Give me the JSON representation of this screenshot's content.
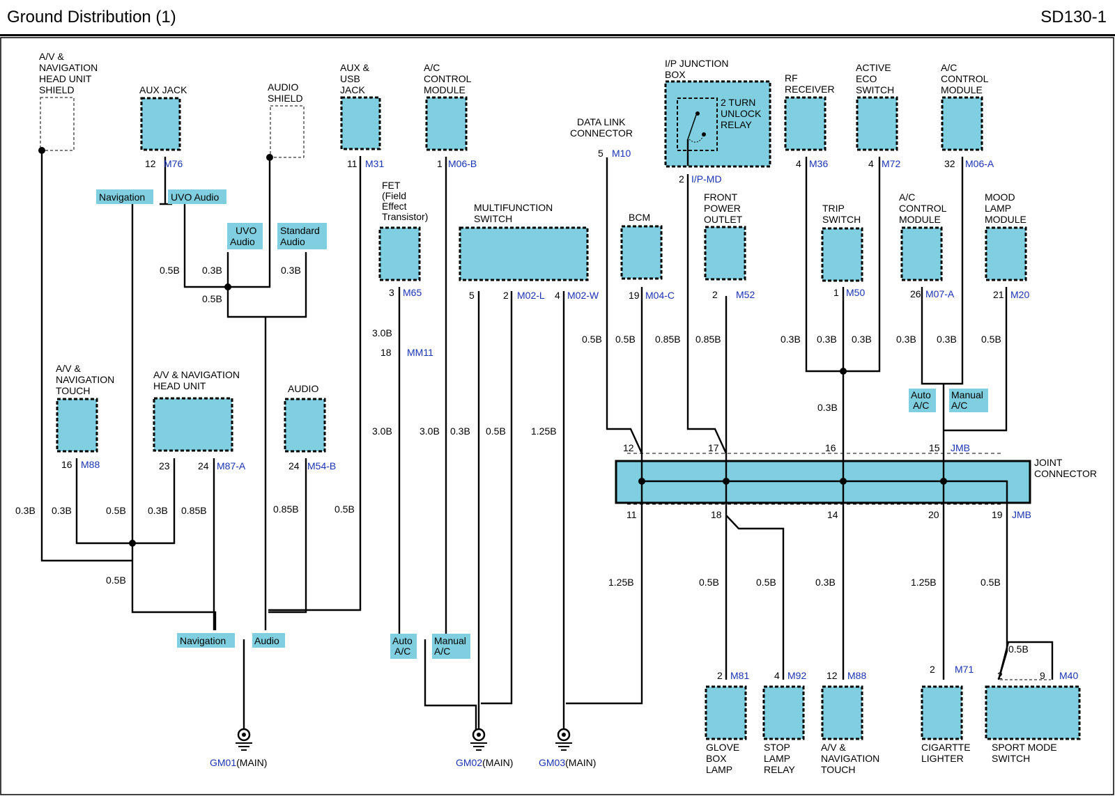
{
  "header": {
    "title": "Ground Distribution (1)",
    "code": "SD130-1"
  },
  "components": {
    "av_nav_shield": "A/V & NAVIGATION HEAD UNIT SHIELD",
    "aux_jack": "AUX JACK",
    "audio_shield": "AUDIO SHIELD",
    "aux_usb_jack": "AUX & USB JACK",
    "ac_control_top": "A/C CONTROL MODULE",
    "fet": "FET (Field Effect Transistor)",
    "multifunction_switch": "MULTIFUNCTION SWITCH",
    "data_link_connector": "DATA LINK CONNECTOR",
    "ip_junction_box": "I/P JUNCTION BOX",
    "two_turn_unlock_relay": "2 TURN UNLOCK RELAY",
    "rf_receiver": "RF RECEIVER",
    "active_eco_switch": "ACTIVE ECO SWITCH",
    "ac_control_module_a": "A/C CONTROL MODULE",
    "bcm": "BCM",
    "front_power_outlet": "FRONT POWER OUTLET",
    "trip_switch": "TRIP SWITCH",
    "ac_control_module_m07": "A/C CONTROL MODULE",
    "mood_lamp_module": "MOOD LAMP MODULE",
    "av_nav_touch": "A/V & NAVIGATION TOUCH",
    "av_nav_head_unit": "A/V & NAVIGATION HEAD UNIT",
    "audio": "AUDIO",
    "joint_connector": "JOINT CONNECTOR",
    "glove_box_lamp": "GLOVE BOX LAMP",
    "stop_lamp_relay": "STOP LAMP RELAY",
    "av_nav_touch_bottom": "A/V & NAVIGATION TOUCH",
    "cigarette_lighter": "CIGARTTE LIGHTER",
    "sport_mode_switch": "SPORT MODE SWITCH"
  },
  "connectors": {
    "m76": "M76",
    "m31": "M31",
    "m06b": "M06-B",
    "m10": "M10",
    "ipmd": "I/P-MD",
    "m36": "M36",
    "m72": "M72",
    "m06a": "M06-A",
    "m65": "M65",
    "mm11": "MM11",
    "m02l": "M02-L",
    "m02w": "M02-W",
    "m04c": "M04-C",
    "m52": "M52",
    "m50": "M50",
    "m07a": "M07-A",
    "m20": "M20",
    "m88": "M88",
    "m87a": "M87-A",
    "m54b": "M54-B",
    "jmb": "JMB",
    "m81": "M81",
    "m92": "M92",
    "m71": "M71",
    "m40": "M40"
  },
  "option_tags": {
    "navigation": "Navigation",
    "uvo_audio": "UVO Audio",
    "uvo_audio_2": "UVO Audio",
    "standard_audio": "Standard Audio",
    "audio": "Audio",
    "auto_ac": "Auto A/C",
    "manual_ac": "Manual A/C"
  },
  "grounds": [
    {
      "id": "GM01",
      "suffix": "(MAIN)"
    },
    {
      "id": "GM02",
      "suffix": "(MAIN)"
    },
    {
      "id": "GM03",
      "suffix": "(MAIN)"
    }
  ],
  "colors": {
    "component_fill": "#7fcfe0",
    "connector_text": "#1a33b5",
    "wire": "#000000"
  }
}
